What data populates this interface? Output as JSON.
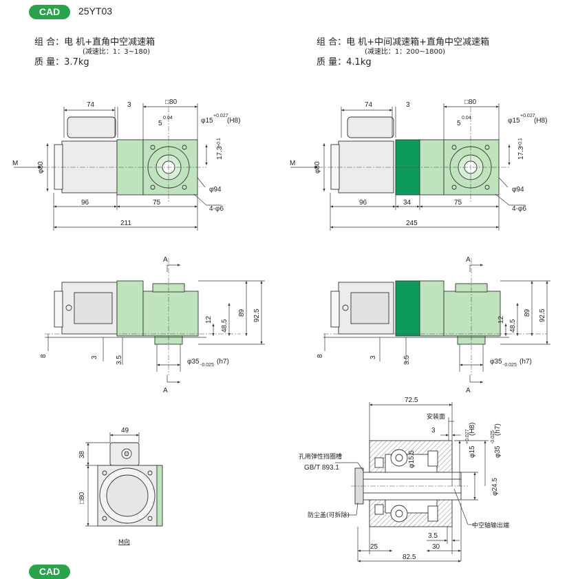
{
  "header": {
    "badge": "CAD",
    "model": "25YT03"
  },
  "left_spec": {
    "combo_label": "组 合：",
    "combo_value": "电 机+直角中空减速箱",
    "ratio": "(减速比：1：3~180)",
    "mass_label": "质 量：",
    "mass_value": "3.7kg"
  },
  "right_spec": {
    "combo_label": "组 合：",
    "combo_value": "电 机+中间减速箱+直角中空减速箱",
    "ratio": "(减速比：1：200~1800)",
    "mass_label": "质 量：",
    "mass_value": "4.1kg"
  },
  "dims_left_top": {
    "d74": "74",
    "d3": "3",
    "sq80": "□80",
    "d5": "5",
    "d5tol": "0.04",
    "d15": "φ15",
    "d15tol": "+0.027",
    "d15fit": "(H8)",
    "d173": "17.3",
    "d173tol": "+0.1",
    "m": "M",
    "phi80": "φ80",
    "phi94": "φ94",
    "holes": "4-φ6",
    "d96": "96",
    "d75": "75",
    "d211": "211"
  },
  "dims_right_top": {
    "d74": "74",
    "d3": "3",
    "sq80": "□80",
    "d5": "5",
    "d5tol": "0.04",
    "d15": "φ15",
    "d15tol": "+0.027",
    "d15fit": "(H8)",
    "d173": "17.3",
    "d173tol": "+0.1",
    "m": "M",
    "phi80": "φ80",
    "phi94": "φ94",
    "holes": "4-φ6",
    "d96": "96",
    "d34": "34",
    "d75": "75",
    "d245": "245"
  },
  "dims_left_mid": {
    "sectA": "A",
    "d89": "89",
    "d925": "92.5",
    "d12": "12",
    "d485": "48.5",
    "d8": "8",
    "d3": "3",
    "d35": "3.5",
    "d35shaft": "φ35",
    "d35tol": "-0.025",
    "d35fit": "(h7)"
  },
  "dims_right_mid": {
    "sectA": "A",
    "d89": "89",
    "d925": "92.5",
    "d12": "12",
    "d485": "48.5",
    "d8": "8",
    "d3": "3",
    "d35": "3.5",
    "d35shaft": "φ35",
    "d35tol": "-0.025",
    "d35fit": "(h7)"
  },
  "view_m": {
    "d49": "49",
    "d38": "38",
    "sq80": "□80",
    "caption": "M向"
  },
  "section": {
    "d725": "72.5",
    "mount_face": "安装面",
    "d3": "3",
    "d15": "φ15",
    "d15tol": "+0.027",
    "d15fit": "(H8)",
    "d35": "φ35",
    "d35tol": "-0.025",
    "d35fit": "(h7)",
    "d155": "φ15.5",
    "d245": "φ24.5",
    "circlip": "孔用弹性挡圈槽",
    "std": "GB/T 893.1",
    "dustcap": "防尘盖(可拆除)",
    "hollow_out": "中空轴输出端",
    "d35b": "3.5",
    "d25": "25",
    "d30": "30",
    "d825": "82.5"
  },
  "colors": {
    "green_badge": "#29a44a",
    "light_green": "#bfe3bc",
    "dark_green": "#0e9a5c",
    "motor_grey": "#ececec"
  }
}
